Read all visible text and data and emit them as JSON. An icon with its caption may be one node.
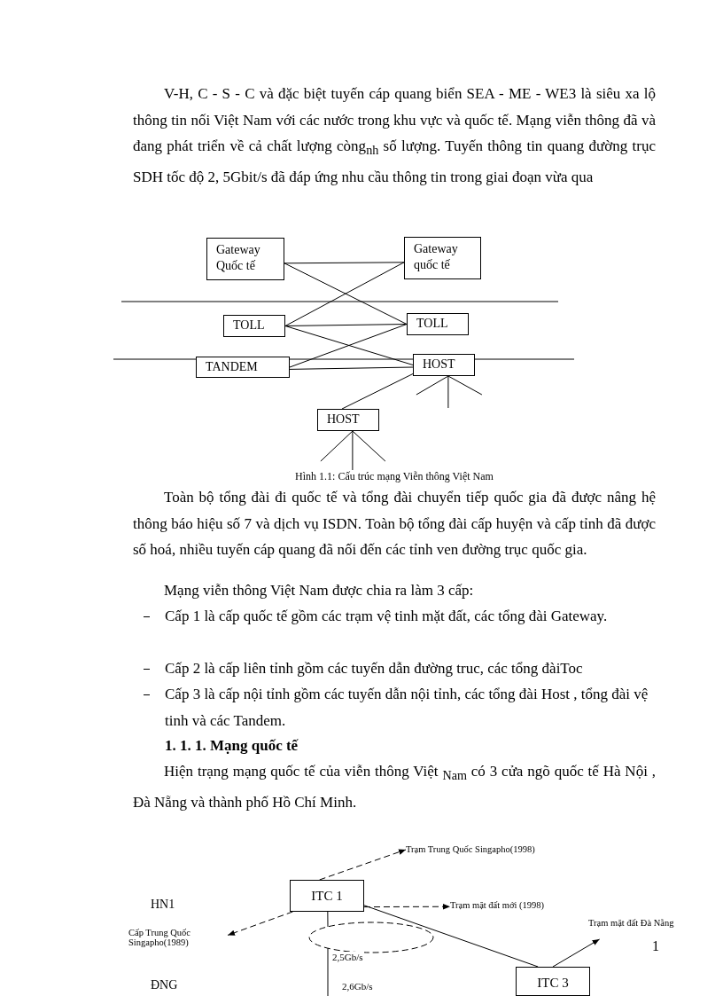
{
  "diagram": {
    "caption": "Hình 1.1: Cấu trúc mạng Viễn thông Việt Nam",
    "nodes": [
      {
        "text": [
          "Gateway Quốc tế"
        ]
      },
      {
        "text": [
          "Gateway quốc tế"
        ]
      },
      {
        "text": [
          "TOLL"
        ]
      },
      {
        "text": [
          "TOLL"
        ]
      },
      {
        "text": [
          "TANDEM"
        ]
      },
      {
        "text": [
          "HOST"
        ]
      },
      {
        "text": [
          "HOST"
        ]
      },
      {
        "text": [
          "ITC 1"
        ]
      },
      {
        "text": [
          "ITC 3"
        ]
      },
      {
        "text": [
          "Trạm Trung Quốc Singapho(1998)"
        ]
      },
      {
        "text": [
          "Trạm mặt đất mới (1998)"
        ]
      },
      {
        "text": [
          "Cấp Trung Quốc Singapho(1989)"
        ]
      },
      {
        "text": [
          "Trạm mặt đất Đà Nẵng"
        ]
      },
      {
        "text": [],
        "shape": "ellipse"
      }
    ],
    "edges": [
      {
        "from": 0,
        "to": 1,
        "arrow": "none"
      },
      {
        "from": 0,
        "to": 3,
        "arrow": "none"
      },
      {
        "from": 1,
        "to": 2,
        "arrow": "none"
      },
      {
        "from": 2,
        "to": 3,
        "arrow": "none"
      },
      {
        "from": 2,
        "to": 5,
        "arrow": "none"
      },
      {
        "from": 4,
        "to": 3,
        "arrow": "none"
      },
      {
        "from": 4,
        "to": 5,
        "arrow": "none"
      },
      {
        "from": 6,
        "to": 5,
        "arrow": "none"
      },
      {
        "from": 5,
        "to": null,
        "arrow": "none"
      },
      {
        "from": 5,
        "to": null,
        "arrow": "none"
      },
      {
        "from": 5,
        "to": null,
        "arrow": "none"
      },
      {
        "from": 6,
        "to": null,
        "arrow": "none"
      },
      {
        "from": 6,
        "to": null,
        "arrow": "none"
      },
      {
        "from": 6,
        "to": null,
        "arrow": "none"
      },
      {
        "from": 7,
        "to": 9,
        "arrow": "to",
        "style": "dashed"
      },
      {
        "from": 7,
        "to": 10,
        "arrow": "to",
        "style": "dashed"
      },
      {
        "from": 7,
        "to": 11,
        "arrow": "to",
        "style": "dashed"
      },
      {
        "from": 7,
        "to": 13,
        "arrow": "none"
      },
      {
        "from": 13,
        "to": null,
        "arrow": "none",
        "label": "2,5Gb/s"
      },
      {
        "from": 7,
        "to": 8,
        "arrow": "none"
      },
      {
        "from": 8,
        "to": 12,
        "arrow": "to"
      }
    ],
    "labels": [
      "V-H, C - S - C và đặc biệt tuyến cáp quang biển SEA - ME - WE3 là siêu xa lộ thông tin nối Việt Nam với các nước trong khu vực và quốc tế. Mạng viễn thông đã và đang phát triển về cả chất lượng còng$_{nh}$ số lượng. Tuyến thông tin quang đường trục SDH tốc độ 2, 5Gbit/s đã đáp ứng nhu cầu thông tin trong giai đoạn vừa qua",
      "Toàn bộ tổng đài đi quốc tế và tổng đài chuyển tiếp quốc gia đã được nâng hệ thông báo hiệu số 7 và dịch vụ ISDN. Toàn bộ tổng đài cấp huyện và cấp tỉnh đã được số hoá, nhiều tuyến cáp quang đã nối đến các tỉnh ven đường trục quốc gia.",
      "Mạng viễn thông Việt Nam được chia ra làm 3 cấp:",
      "Cấp 1 là cấp quốc tế gồm các trạm vệ tinh mặt đất, các tổng đài Gateway.",
      "Cấp 2 là cấp liên tỉnh gồm các tuyến dẫn đường truc, các tổng đàiToc",
      "Cấp 3 là cấp nội tỉnh gồm các tuyến dẫn nội tỉnh, các tổng đài Host , tổng đài vệ tinh và các Tandem.",
      "1. 1. 1. Mạng quốc tế",
      "Hiện trạng mạng quốc tế của viễn thông Việt $_{Nam}$ có 3 cửa ngõ quốc tế Hà Nội , Đà Nẵng và thành phố Hồ Chí Minh.",
      "HN1",
      "ĐNG",
      "2,6Gb/s",
      "1"
    ]
  }
}
